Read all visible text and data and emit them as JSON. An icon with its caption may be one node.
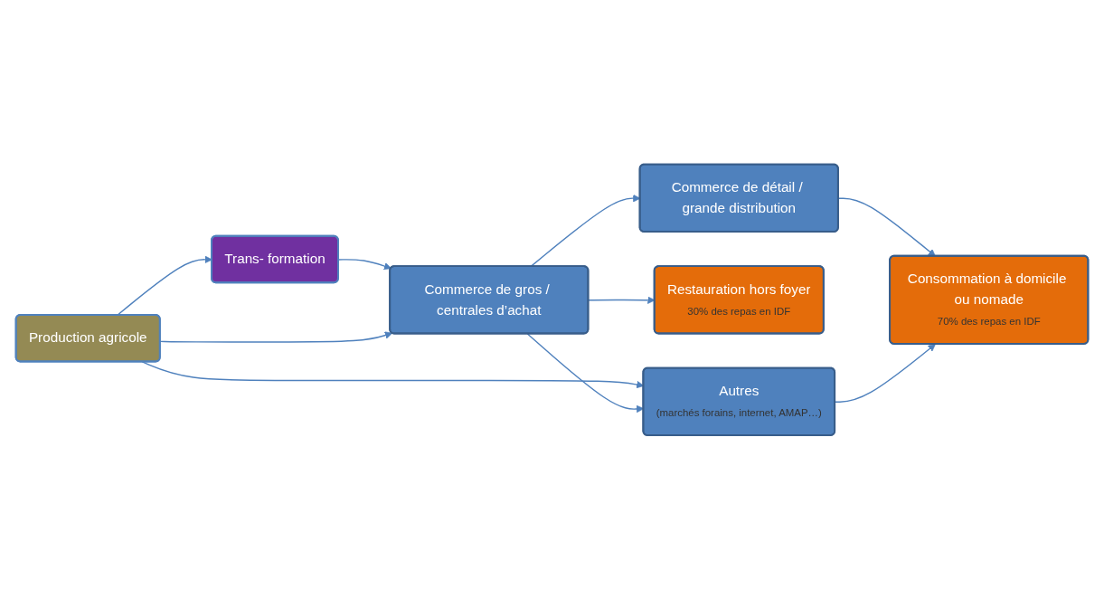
{
  "diagram": {
    "nodes": [
      {
        "text": [
          "Production agricole"
        ]
      },
      {
        "text": [
          "Trans- formation"
        ]
      },
      {
        "text": [
          "Commerce de gros / centrales d’achat"
        ]
      },
      {
        "text": [
          "Commerce de détail / grande distribution"
        ]
      },
      {
        "text": [
          "Restauration hors foyer",
          "30% des repas en IDF"
        ]
      },
      {
        "text": [
          "Autres",
          "(marchés forains, internet, AMAP…)"
        ]
      },
      {
        "text": [
          "Consommation à domicile ou nomade",
          "70% des repas en IDF"
        ]
      }
    ],
    "edges": [
      {
        "from": 0,
        "to": 1,
        "arrow": "to"
      },
      {
        "from": 1,
        "to": 2,
        "arrow": "to"
      },
      {
        "from": 0,
        "to": 2,
        "arrow": "to"
      },
      {
        "from": 0,
        "to": 5,
        "arrow": "to"
      },
      {
        "from": 2,
        "to": 3,
        "arrow": "to"
      },
      {
        "from": 2,
        "to": 5,
        "arrow": "to"
      },
      {
        "from": 2,
        "to": 4,
        "arrow": "to"
      },
      {
        "from": 3,
        "to": 6,
        "arrow": "to"
      },
      {
        "from": 5,
        "to": 6,
        "arrow": "to"
      }
    ]
  }
}
